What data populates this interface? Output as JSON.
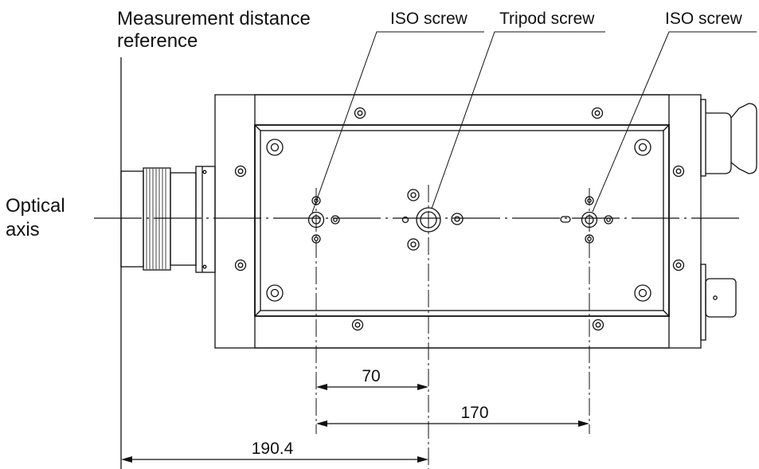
{
  "labels": {
    "measurement_distance": "Measurement distance",
    "reference": "reference",
    "optical": "Optical",
    "axis": "axis",
    "iso_screw_left": "ISO screw",
    "tripod_screw": "Tripod screw",
    "iso_screw_right": "ISO screw"
  },
  "dimensions": {
    "iso_to_tripod": "70",
    "iso_to_iso": "170",
    "reference_to_tripod": "190.4"
  },
  "colors": {
    "line": "#111111",
    "background": "#ffffff"
  }
}
